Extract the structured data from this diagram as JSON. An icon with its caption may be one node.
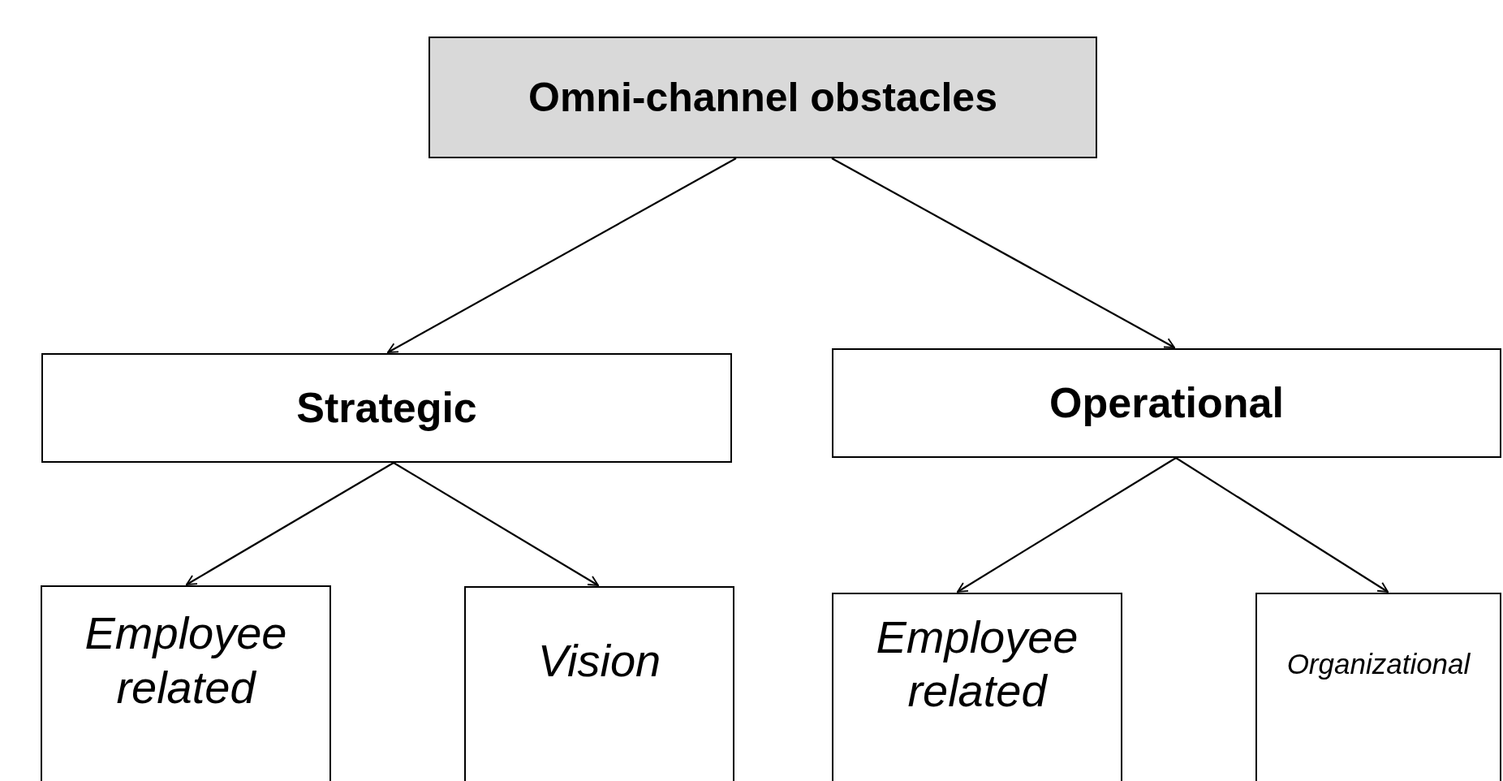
{
  "diagram": {
    "nodes": [
      {
        "text": [
          "Omni-channel obstacles"
        ]
      },
      {
        "text": [
          "Strategic"
        ]
      },
      {
        "text": [
          "Operational"
        ]
      },
      {
        "text": [
          "Employee related"
        ]
      },
      {
        "text": [
          "Vision"
        ]
      },
      {
        "text": [
          "Employee related"
        ]
      },
      {
        "text": [
          "Organizational"
        ]
      }
    ],
    "edges": [
      {
        "from": 0,
        "to": 1,
        "arrow": "to"
      },
      {
        "from": 0,
        "to": 2,
        "arrow": "to"
      },
      {
        "from": 1,
        "to": 3,
        "arrow": "to"
      },
      {
        "from": 1,
        "to": 4,
        "arrow": "to"
      },
      {
        "from": 2,
        "to": 5,
        "arrow": "to"
      },
      {
        "from": 2,
        "to": 6,
        "arrow": "to"
      }
    ]
  }
}
